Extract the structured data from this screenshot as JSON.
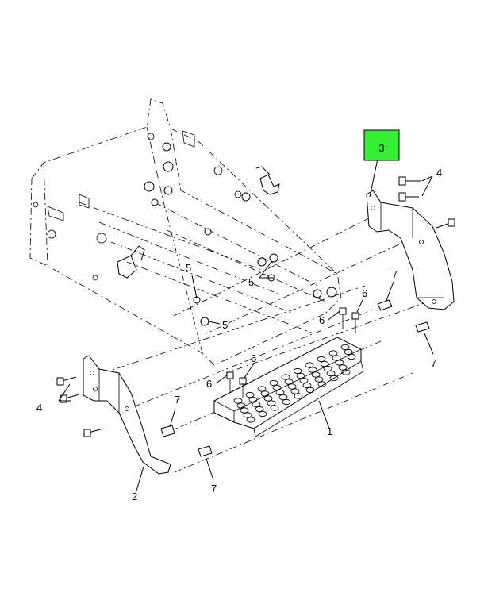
{
  "callouts": {
    "c1": "1",
    "c2": "2",
    "c3": "3",
    "c4a": "4",
    "c4b": "4",
    "c5a": "5",
    "c5b": "5",
    "c5c": "5",
    "c6a": "6",
    "c6b": "6",
    "c6c": "6",
    "c6d": "6",
    "c7a": "7",
    "c7b": "7",
    "c7c": "7",
    "c7d": "7"
  },
  "colors": {
    "highlight": "#33ee33"
  }
}
